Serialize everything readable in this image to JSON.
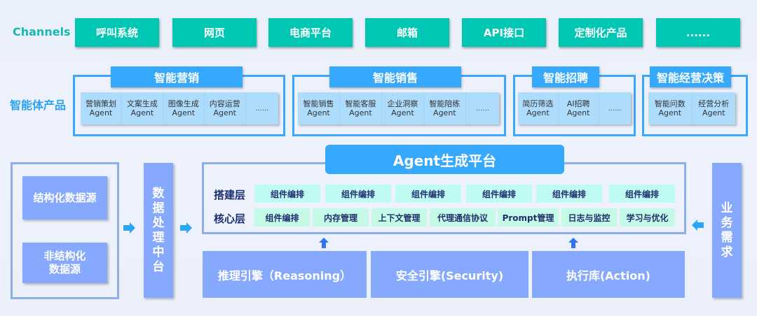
{
  "channels": {
    "label": "Channels",
    "items": [
      "呼叫系统",
      "网页",
      "电商平台",
      "邮箱",
      "API接口",
      "定制化产品",
      "......"
    ]
  },
  "products": {
    "label": "智能体产品",
    "groups": [
      {
        "title": "智能营销",
        "agents": [
          {
            "name": "营销策划",
            "suffix": "Agent"
          },
          {
            "name": "文案生成",
            "suffix": "Agent"
          },
          {
            "name": "图像生成",
            "suffix": "Agent"
          },
          {
            "name": "内容运营",
            "suffix": "Agent"
          }
        ],
        "more": "......"
      },
      {
        "title": "智能销售",
        "agents": [
          {
            "name": "智能销售",
            "suffix": "Agent"
          },
          {
            "name": "智能客服",
            "suffix": "Agent"
          },
          {
            "name": "企业洞察",
            "suffix": "Agent"
          },
          {
            "name": "智能陪练",
            "suffix": "Agent"
          }
        ],
        "more": "......"
      },
      {
        "title": "智能招聘",
        "agents": [
          {
            "name": "简历筛选",
            "suffix": "Agent"
          },
          {
            "name": "AI招聘",
            "suffix": "Agent"
          }
        ],
        "more": "......"
      },
      {
        "title": "智能经营决策",
        "agents": [
          {
            "name": "智能问数",
            "suffix": "Agent"
          },
          {
            "name": "经营分析",
            "suffix": "Agent"
          }
        ]
      }
    ]
  },
  "data_sources": {
    "structured": "结构化数据源",
    "unstructured_line1": "非结构化",
    "unstructured_line2": "数据源"
  },
  "data_middle_platform": [
    "数",
    "据",
    "处",
    "理",
    "中",
    "台"
  ],
  "platform": {
    "title": "Agent生成平台",
    "build_layer": {
      "label": "搭建层",
      "items": [
        "组件编排",
        "组件编排",
        "组件编排",
        "组件编排",
        "组件编排",
        "组件编排"
      ]
    },
    "core_layer": {
      "label": "核心层",
      "items": [
        "组件编排",
        "内存管理",
        "上下文管理",
        "代理通信协议",
        "Prompt管理",
        "日志与监控",
        "学习与优化"
      ]
    }
  },
  "engines": [
    "推理引擎（Reasoning）",
    "安全引擎(Security)",
    "执行库(Action)"
  ],
  "business_needs": [
    "业",
    "务",
    "需",
    "求"
  ],
  "colors": {
    "channel": "#00c7b3",
    "product_blue": "#36a9fd",
    "agent_strip": "#aedcfd",
    "block_blue": "#86a8fd",
    "frame": "#8eaee8",
    "build_cell": "#c0fbf3",
    "core_cell": "#c4fae6",
    "layer_text": "#1c2f6e"
  }
}
